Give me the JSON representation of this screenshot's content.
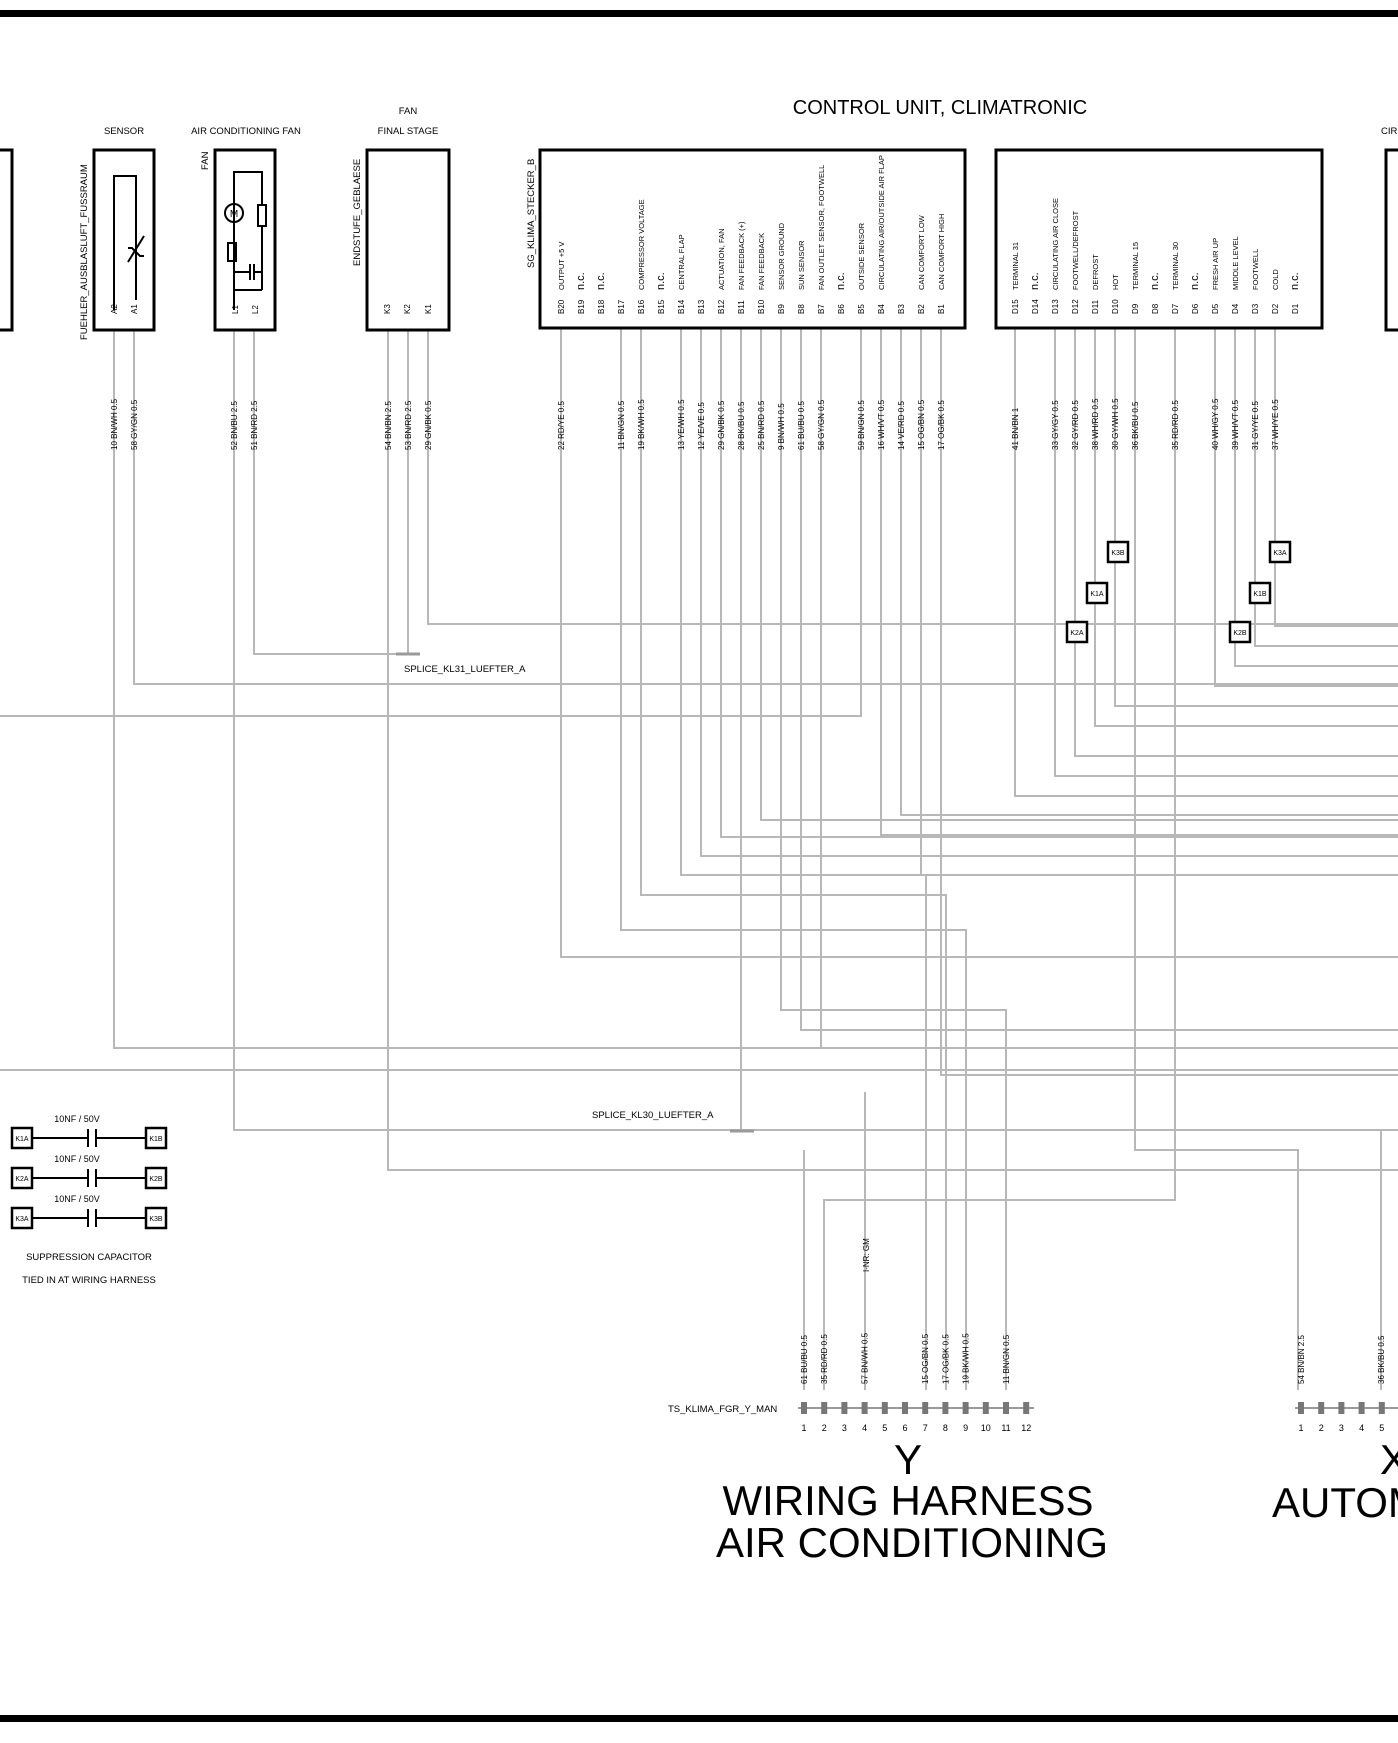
{
  "title": "CONTROL UNIT, CLIMATRONIC",
  "left_components": [
    {
      "header": "SENSOR",
      "side_label": "FUEHLER_AUSBLASLUFT_FUSSRAUM",
      "pins": [
        "A2",
        "A1"
      ],
      "wires": [
        "10 BN/WH 0.5",
        "58 GY/GN 0.5"
      ]
    },
    {
      "header": "AIR CONDITIONING FAN",
      "side_label": "FAN",
      "pins": [
        "L1",
        "L2"
      ],
      "wires": [
        "52 BN/BU 2.5",
        "51 BN/RD 2.5"
      ]
    },
    {
      "header_line1": "FAN",
      "header": "FINAL STAGE",
      "side_label": "ENDSTUFE_GEBLAESE",
      "pins": [
        "K3",
        "K2",
        "K1"
      ],
      "wires": [
        "54 BN/BN 2.5",
        "53 BN/RD 2.5",
        "29 GN/BK 0.5"
      ]
    }
  ],
  "connector_b": {
    "side_label": "SG_KLIMA_STECKER_B",
    "pins": [
      "B20",
      "B19",
      "B18",
      "B17",
      "B16",
      "B15",
      "B14",
      "B13",
      "B12",
      "B11",
      "B10",
      "B9",
      "B8",
      "B7",
      "B6",
      "B5",
      "B4",
      "B3",
      "B2",
      "B1"
    ],
    "functions": [
      "OUTPUT +5 V",
      "n.c.",
      "n.c.",
      "",
      "COMPRESSOR VOLTAGE",
      "n.c.",
      "CENTRAL FLAP",
      "",
      "ACTUATION, FAN",
      "FAN FEEDBACK (+)",
      "FAN FEEDBACK",
      "SENSOR GROUND",
      "SUN SENSOR",
      "FAN OUTLET SENSOR, FOOTWELL",
      "n.c.",
      "OUTSIDE SENSOR",
      "CIRCULATING AIR/OUTSIDE AIR FLAP",
      "",
      "CAN COMFORT LOW",
      "CAN COMFORT HIGH"
    ],
    "wires": [
      "22 RD/YE 0.5",
      "",
      "",
      "",
      "11 BN/GN 0.5",
      "19 BK/WH 0.5",
      "",
      "13 YE/WH 0.5",
      "12 YE/VE 0.5",
      "29 GN/BK 0.5",
      "28 BK/BU 0.5",
      "25 BN/RD 0.5",
      "9 BN/WH 0.5",
      "61 BU/BU 0.5",
      "58 GY/GN 0.5",
      "",
      "59 BN/GN 0.5",
      "16 WH/VT 0.5",
      "14 VE/RD 0.5",
      "15 OG/BN 0.5",
      "17 OG/BK 0.5"
    ]
  },
  "connector_d": {
    "pins": [
      "D15",
      "D14",
      "D13",
      "D12",
      "D11",
      "D10",
      "D9",
      "D8",
      "D7",
      "D6",
      "D5",
      "D4",
      "D3",
      "D2",
      "D1"
    ],
    "functions": [
      "TERMINAL 31",
      "n.c.",
      "CIRCULATING AIR CLOSE",
      "FOOTWELL/DEFROST",
      "DEFROST",
      "HOT",
      "TERMINAL 15",
      "n.c.",
      "TERMINAL 30",
      "n.c.",
      "FRESH AIR UP",
      "MIDDLE LEVEL",
      "FOOTWELL",
      "COLD",
      "n.c."
    ],
    "wires": [
      "41 BN/BN 1",
      "",
      "33 GY/GY 0.5",
      "32 GY/RD 0.5",
      "38 WH/RD 0.5",
      "30 GY/WH 0.5",
      "36 BK/BU 0.5",
      "",
      "35 RD/RD 0.5",
      "",
      "40 WH/GY 0.5",
      "39 WH/VT 0.5",
      "31 GY/YE 0.5",
      "37 WH/YE 0.5",
      ""
    ]
  },
  "right_cut_label": "CIR",
  "splices": [
    "SPLICE_KL31_LUEFTER_A",
    "SPLICE_KL30_LUEFTER_A"
  ],
  "markers": [
    "K3B",
    "K1A",
    "K2A",
    "K3A",
    "K1B",
    "K2B"
  ],
  "capacitors": {
    "rows": [
      {
        "value": "10NF / 50V",
        "left": "K1A",
        "right": "K1B"
      },
      {
        "value": "10NF / 50V",
        "left": "K2A",
        "right": "K2B"
      },
      {
        "value": "10NF / 50V",
        "left": "K3A",
        "right": "K3B"
      }
    ],
    "caption1": "SUPPRESSION CAPACITOR",
    "caption2": "TIED IN AT WIRING HARNESS"
  },
  "i_nr": "I-NR: GM",
  "bottom_y": {
    "label": "TS_KLIMA_FGR_Y_MAN",
    "wires": [
      "61 BU/BU 0.5",
      "35 RD/RD 0.5",
      "57 BN/WH 0.5",
      "15 OG/BN 0.5",
      "17 OG/BK 0.5",
      "19 BK/WH 0.5",
      "11 BN/GN 0.5"
    ],
    "pins": [
      "1",
      "2",
      "3",
      "4",
      "5",
      "6",
      "7",
      "8",
      "9",
      "10",
      "11",
      "12"
    ],
    "letter": "Y",
    "line1": "WIRING HARNESS",
    "line2": "AIR CONDITIONING"
  },
  "bottom_x": {
    "wires": [
      "54 BN/BN 2.5",
      "36 BK/BU 0.5"
    ],
    "pins": [
      "1",
      "2",
      "3",
      "4",
      "5"
    ],
    "letter": "X",
    "line1": "AUTOM"
  }
}
